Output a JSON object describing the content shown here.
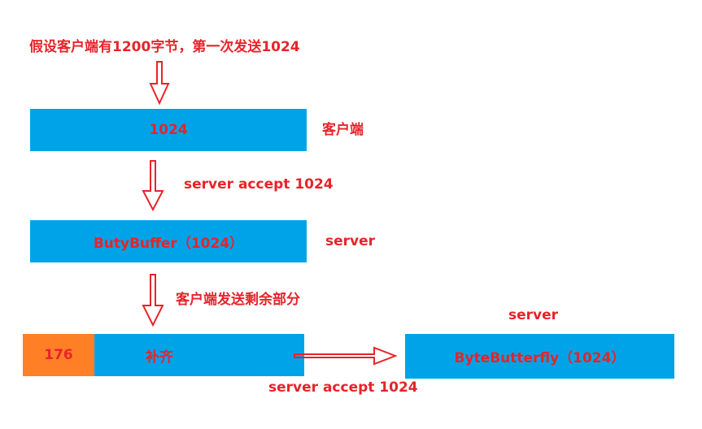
{
  "top_note": "假设客户端有1200字节，第一次发送1024",
  "client_box": {
    "text": "1024",
    "side_label": "客户端"
  },
  "step1_label": "server accept 1024",
  "server_box": {
    "text": "ButyBuffer（1024）",
    "side_label": "server"
  },
  "step2_label": "客户端发送剩余部分",
  "remain_box": {
    "remainder": "176",
    "text": "补齐"
  },
  "right_box": {
    "top_label": "server",
    "text": "ByteButterfly（1024）"
  },
  "bottom_label": "server accept 1024",
  "colors": {
    "box": "#00a3e8",
    "remainder": "#ff7f27",
    "text": "#e8232a"
  }
}
